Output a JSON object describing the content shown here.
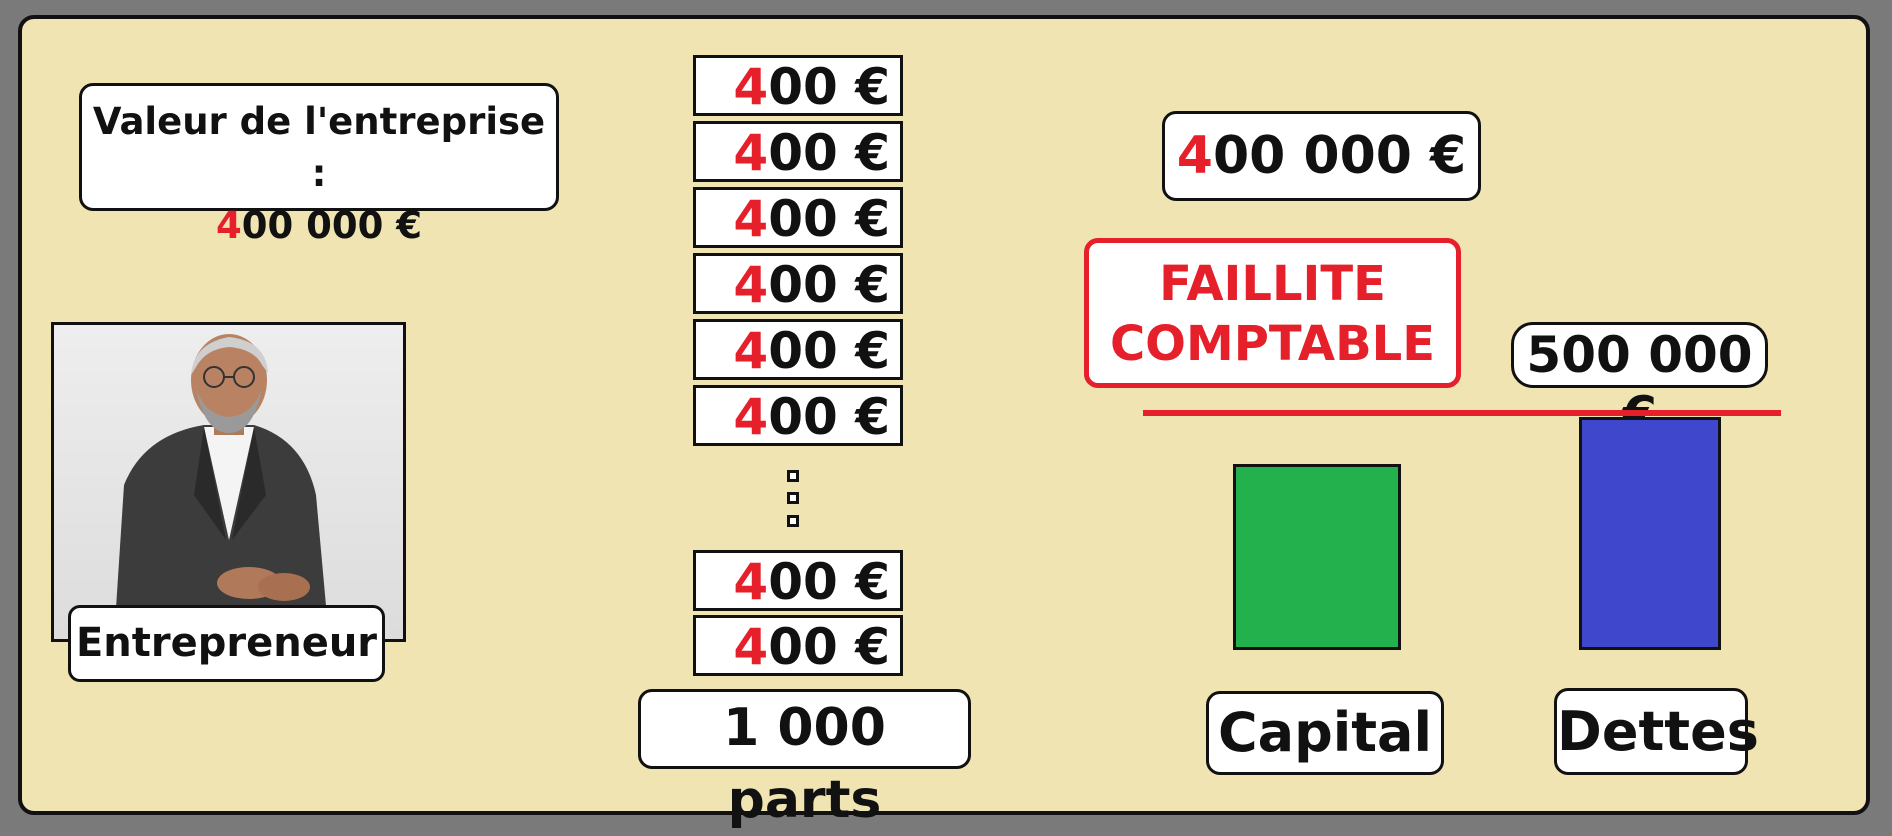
{
  "valeur": {
    "label": "Valeur de l'entreprise :",
    "digit": "4",
    "rest": "00 000 €"
  },
  "entrepreneur": {
    "label": "Entrepreneur"
  },
  "shares": {
    "digit": "4",
    "rest": "00 €",
    "count": "1 000 parts"
  },
  "chart_data": {
    "type": "bar",
    "categories": [
      "Capital",
      "Dettes"
    ],
    "values": [
      400000,
      500000
    ],
    "value_labels": [
      {
        "digit": "4",
        "rest": "00 000 €"
      },
      {
        "digit": "",
        "rest": "500 000 €"
      }
    ],
    "annotation": "FAILLITE COMPTABLE",
    "colors": [
      "#23b14d",
      "#3f48cc"
    ]
  },
  "faillite": {
    "line1": "FAILLITE",
    "line2": "COMPTABLE"
  },
  "colors": {
    "accent_red": "#e5202b",
    "capital": "#23b14d",
    "dettes": "#3f48cc",
    "background": "#f0e4b2"
  }
}
